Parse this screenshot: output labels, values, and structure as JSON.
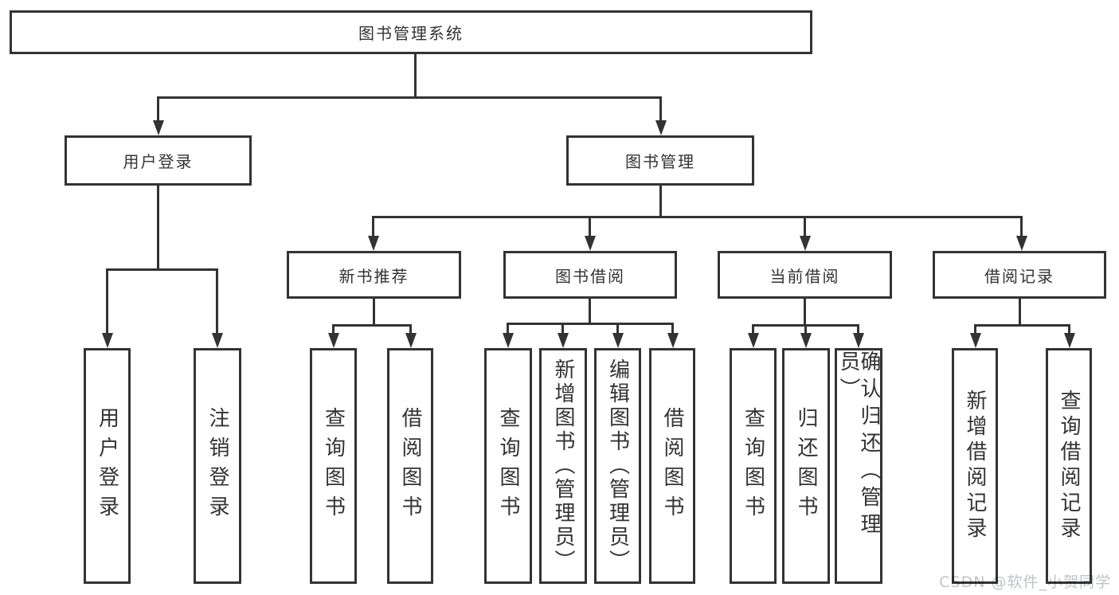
{
  "diagram": {
    "root": {
      "label": "图书管理系统"
    },
    "level2": [
      {
        "label": "用户登录"
      },
      {
        "label": "图书管理"
      }
    ],
    "level3": [
      {
        "label": "新书推荐"
      },
      {
        "label": "图书借阅"
      },
      {
        "label": "当前借阅"
      },
      {
        "label": "借阅记录"
      }
    ],
    "leaves": {
      "user_login": [
        "用户登录",
        "注销登录"
      ],
      "new_book": [
        "查询图书",
        "借阅图书"
      ],
      "book_borrow": [
        "查询图书",
        "新增图书（管理员）",
        "编辑图书（管理员）",
        "借阅图书"
      ],
      "current_borrow": [
        "查询图书",
        "归还图书",
        "确认归还（管理员）"
      ],
      "borrow_record": [
        "新增借阅记录",
        "查询借阅记录"
      ]
    }
  },
  "watermark": {
    "text": "CSDN @软件_小贺同学"
  },
  "colors": {
    "line": "#333333",
    "text": "#333333",
    "watermark": "#bfc3c9",
    "background": "#ffffff"
  }
}
